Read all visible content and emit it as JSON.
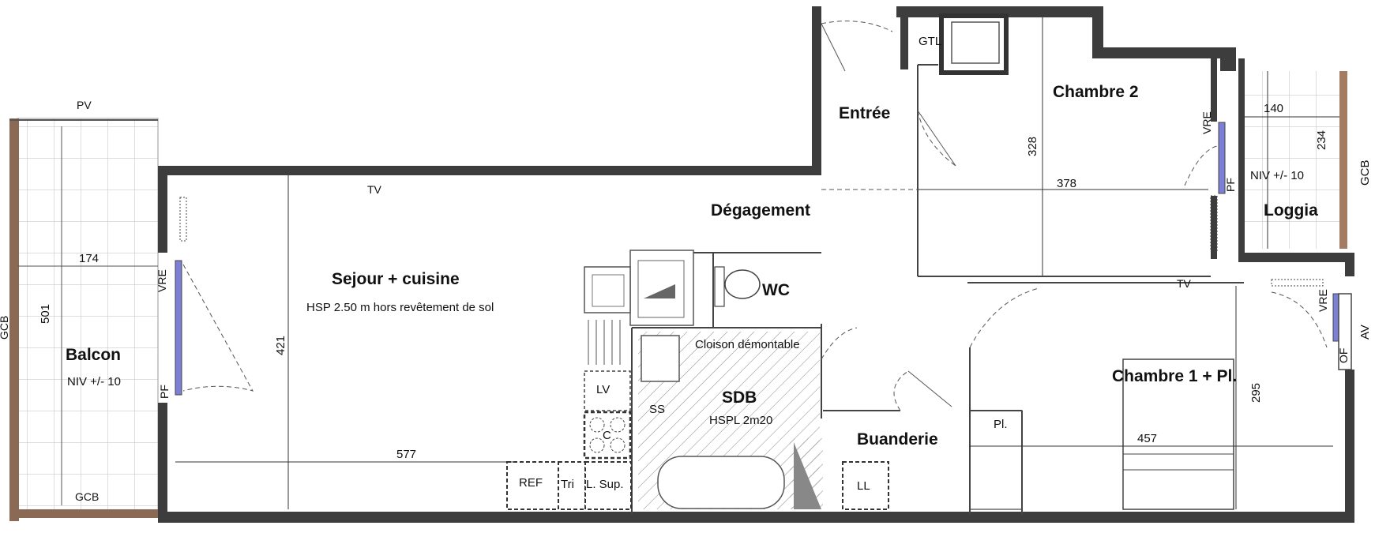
{
  "rooms": {
    "balcon": {
      "name": "Balcon",
      "level": "NIV +/- 10",
      "dim_w": "174",
      "dim_h": "501"
    },
    "sejour": {
      "name": "Sejour + cuisine",
      "note": "HSP 2.50 m hors revêtement de sol",
      "dim_w": "577",
      "dim_h": "421"
    },
    "entree": {
      "name": "Entrée"
    },
    "degagement": {
      "name": "Dégagement"
    },
    "chambre2": {
      "name": "Chambre 2",
      "dim_w": "378",
      "dim_h": "328"
    },
    "loggia": {
      "name": "Loggia",
      "level": "NIV +/- 10",
      "dim_w": "140",
      "dim_h": "234"
    },
    "wc": {
      "name": "WC"
    },
    "sdb": {
      "name": "SDB",
      "note": "HSPL 2m20",
      "partition": "Cloison démontable"
    },
    "buanderie": {
      "name": "Buanderie"
    },
    "chambre1": {
      "name": "Chambre 1 + Pl.",
      "dim_w": "457",
      "dim_h": "295"
    }
  },
  "fixtures": {
    "lv": "LV",
    "c": "C",
    "ss": "SS",
    "ref": "REF",
    "tri": "Tri",
    "lsup": "L. Sup.",
    "ll": "LL",
    "pl": "Pl.",
    "gtl": "GTL",
    "tv": "TV",
    "pv": "PV",
    "gcb": "GCB",
    "pf": "PF",
    "vre": "VRE",
    "av": "AV",
    "of": "OF"
  },
  "colors": {
    "wall": "#3d3d3d",
    "guard_rail": "#8b6a55",
    "glazing": "#7b7fd6",
    "hatch": "#888888",
    "wood_edge": "#a47c63"
  }
}
